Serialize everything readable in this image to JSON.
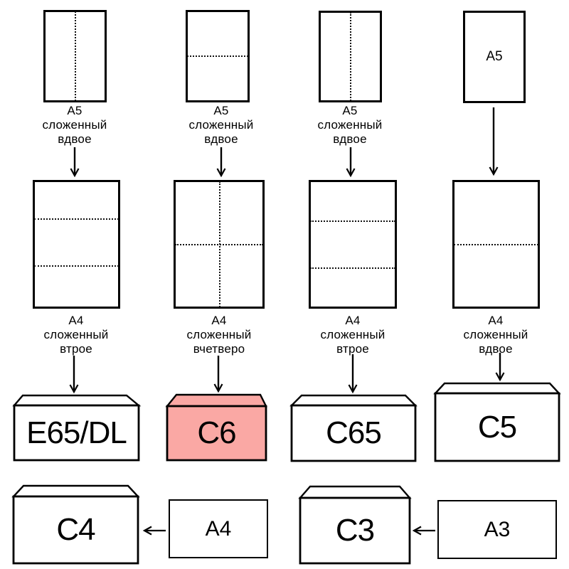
{
  "colors": {
    "c6_fill": "#FAA8A4",
    "stroke": "#000000"
  },
  "row1": {
    "col1": {
      "lines": [
        "А5",
        "сложенный",
        "вдвое"
      ]
    },
    "col2": {
      "lines": [
        "А5",
        "сложенный",
        "вдвое"
      ]
    },
    "col3": {
      "lines": [
        "А5",
        "сложенный",
        "вдвое"
      ]
    },
    "col4": {
      "sheet_label": "А5"
    }
  },
  "row2": {
    "col1": {
      "lines": [
        "А4",
        "сложенный",
        "втрое"
      ]
    },
    "col2": {
      "lines": [
        "А4",
        "сложенный",
        "вчетверо"
      ]
    },
    "col3": {
      "lines": [
        "А4",
        "сложенный",
        "втрое"
      ]
    },
    "col4": {
      "lines": [
        "А4",
        "сложенный",
        "вдвое"
      ]
    }
  },
  "envelopes": {
    "e65dl": {
      "label": "E65/DL",
      "highlighted": false
    },
    "c6": {
      "label": "C6",
      "highlighted": true
    },
    "c65": {
      "label": "C65",
      "highlighted": false
    },
    "c5": {
      "label": "C5",
      "highlighted": false
    },
    "c4": {
      "label": "C4",
      "highlighted": false
    },
    "c3": {
      "label": "C3",
      "highlighted": false
    }
  },
  "sheets": {
    "a4": {
      "label": "А4"
    },
    "a3": {
      "label": "А3"
    }
  }
}
